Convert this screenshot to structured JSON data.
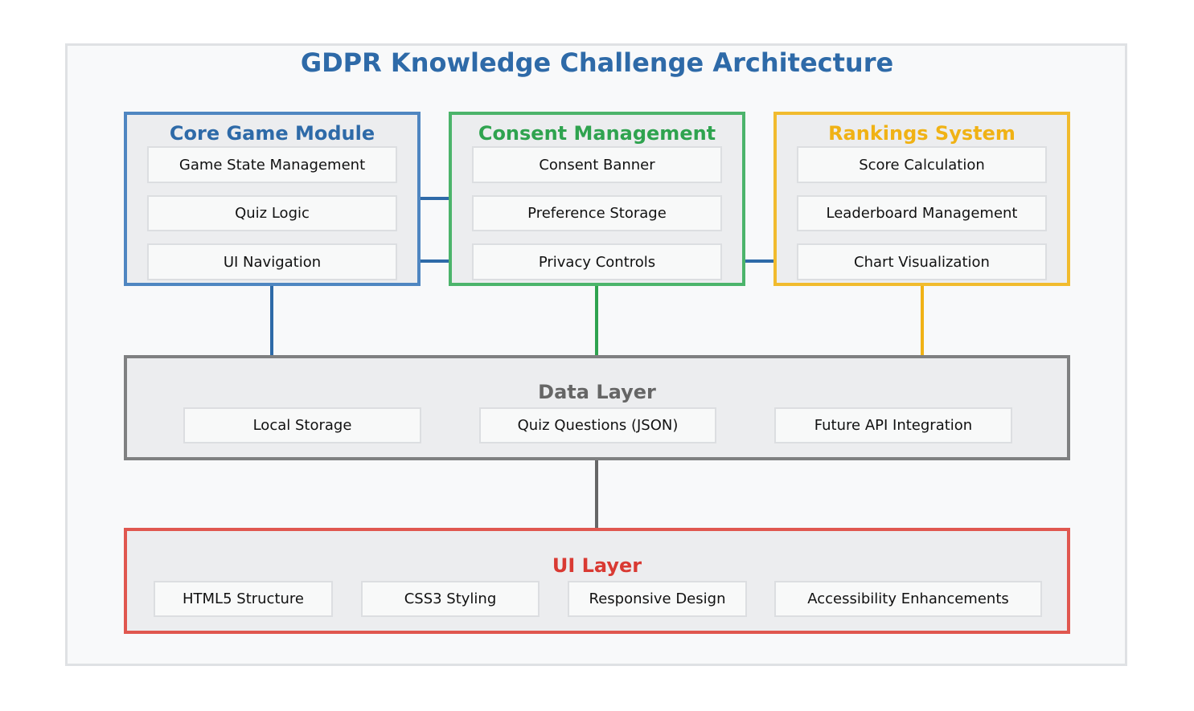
{
  "title": "GDPR Knowledge Challenge Architecture",
  "colors": {
    "core": "#4f86c1",
    "core_title": "#2e6aa8",
    "consent": "#4cb46b",
    "consent_title": "#2fa34f",
    "rankings": "#f1bb2e",
    "rankings_title": "#f0b215",
    "data": "#7f8081",
    "data_title": "#666666",
    "ui": "#e0574f",
    "ui_title": "#d93a33",
    "link_faint": "#b8cfe1"
  },
  "modules": {
    "core": {
      "title": "Core Game Module",
      "items": [
        "Game State Management",
        "Quiz Logic",
        "UI Navigation"
      ]
    },
    "consent": {
      "title": "Consent Management",
      "items": [
        "Consent Banner",
        "Preference Storage",
        "Privacy Controls"
      ]
    },
    "rankings": {
      "title": "Rankings System",
      "items": [
        "Score Calculation",
        "Leaderboard Management",
        "Chart Visualization"
      ]
    },
    "data": {
      "title": "Data Layer",
      "items": [
        "Local Storage",
        "Quiz Questions (JSON)",
        "Future API Integration"
      ]
    },
    "ui": {
      "title": "UI Layer",
      "items": [
        "HTML5 Structure",
        "CSS3 Styling",
        "Responsive Design",
        "Accessibility Enhancements"
      ]
    }
  }
}
